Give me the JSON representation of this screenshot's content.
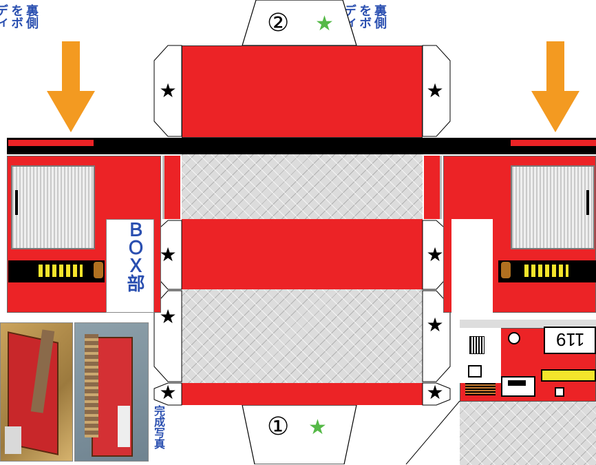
{
  "instructions": {
    "left": "裏側をボディに直接貼り付ける。",
    "right": "裏側をボディに直接貼り付ける。"
  },
  "box_label": "ＢＯＸ部",
  "photo_caption": "完成写真",
  "tabs": {
    "top_number": "②",
    "bottom_number": "①",
    "star_glyph": "★"
  },
  "truck_number": "119",
  "colors": {
    "red": "#ec2326",
    "black": "#000000",
    "orange_arrow": "#f39a21",
    "green_star": "#55b947",
    "text_blue": "#2a4fb0"
  }
}
